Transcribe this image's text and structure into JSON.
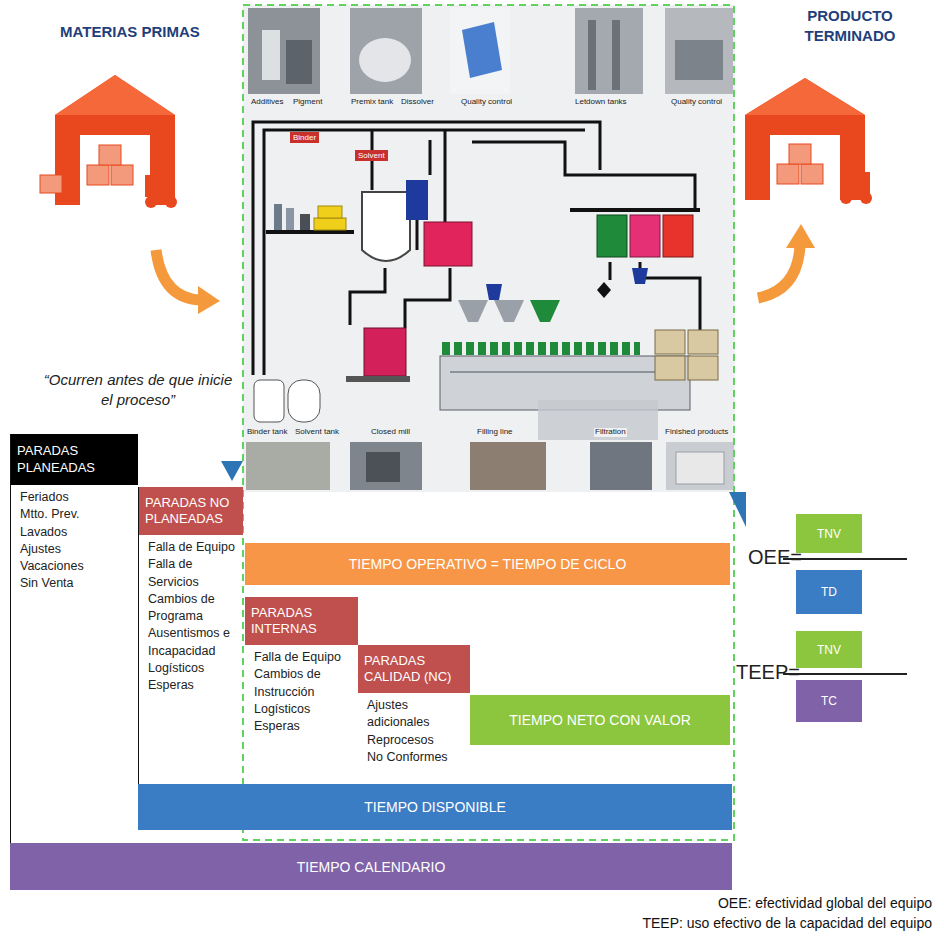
{
  "diagram": {
    "nodes": [
      {
        "text": [
          "PARADAS PLANEADAS",
          "Feriados",
          "Mtto. Prev.",
          "Lavados",
          "Ajustes",
          "Vacaciones",
          "Sin Venta"
        ]
      },
      {
        "text": [
          "PARADAS NO PLANEADAS",
          "Falla de Equipo",
          "Falla de Servicios",
          "Cambios de Programa",
          "Ausentismos e Incapacidad",
          "Logísticos",
          "Esperas"
        ]
      },
      {
        "text": [
          "TIEMPO OPERATIVO = TIEMPO DE CICLO"
        ]
      },
      {
        "text": [
          "PARADAS INTERNAS",
          "Falla de Equipo",
          "Cambios de Instrucción",
          "Logísticos",
          "Esperas"
        ]
      },
      {
        "text": [
          "PARADAS CALIDAD (NC)",
          "Ajustes adicionales",
          "Reprocesos",
          "No Conformes"
        ]
      },
      {
        "text": [
          "TIEMPO NETO CON VALOR"
        ]
      },
      {
        "text": [
          "TIEMPO DISPONIBLE"
        ]
      },
      {
        "text": [
          "TIEMPO CALENDARIO"
        ]
      },
      {
        "text": [
          "TNV"
        ]
      },
      {
        "text": [
          "TD"
        ]
      },
      {
        "text": [
          "TNV"
        ]
      },
      {
        "text": [
          "TC"
        ]
      }
    ],
    "labels": [
      "MATERIAS PRIMAS",
      "PRODUCTO TERMINADO",
      "“Ocurren antes de que inicie el proceso”",
      "Additives",
      "Pigment",
      "Premix tank",
      "Dissolver",
      "Quality control",
      "Letdown tanks",
      "Quality control",
      "Binder",
      "Solvent",
      "Binder tank",
      "Solvent tank",
      "Closed mill",
      "Filling line",
      "Filtration",
      "Finished products",
      "OEE=",
      "TEEP=",
      "OEE: efectividad global del equipo",
      "TEEP: uso efectivo de la capacidad del equipo"
    ]
  }
}
